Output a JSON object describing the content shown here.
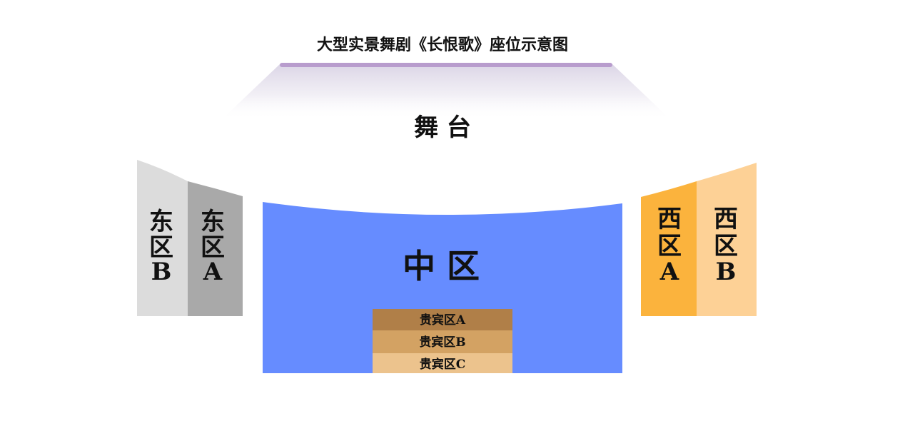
{
  "title": "大型实景舞剧《长恨歌》座位示意图",
  "stage": {
    "label": "舞 台"
  },
  "sections": {
    "east_b": {
      "lines": [
        "东",
        "区",
        "B"
      ],
      "color": "#dcdcdc"
    },
    "east_a": {
      "lines": [
        "东",
        "区",
        "A"
      ],
      "color": "#a9a9a9"
    },
    "center": {
      "label": "中 区",
      "color": "#668cff"
    },
    "west_a": {
      "lines": [
        "西",
        "区",
        "A"
      ],
      "color": "#fbb33d"
    },
    "west_b": {
      "lines": [
        "西",
        "区",
        "B"
      ],
      "color": "#fdd196"
    }
  },
  "vip": [
    {
      "label": "贵宾区A",
      "color": "#b07f48"
    },
    {
      "label": "贵宾区B",
      "color": "#d3a263"
    },
    {
      "label": "贵宾区C",
      "color": "#ecc38d"
    }
  ],
  "colors": {
    "stage_line": "#b89ccd",
    "stage_glow": "#dbd5e6"
  }
}
